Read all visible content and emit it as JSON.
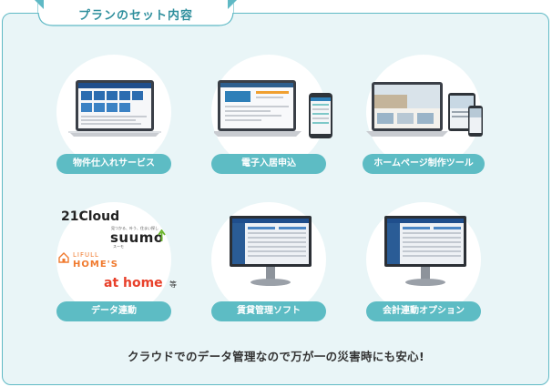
{
  "section": {
    "tab_label": "プランのセット内容",
    "footer_text": "クラウドでのデータ管理なので万が一の災害時にも安心!"
  },
  "items": [
    {
      "label": "物件仕入れサービス",
      "icon": "laptop-dashboard-icon"
    },
    {
      "label": "電子入居申込",
      "icon": "laptop-phone-form-icon"
    },
    {
      "label": "ホームページ制作ツール",
      "icon": "laptop-tablet-phone-website-icon"
    },
    {
      "label": "データ連動",
      "icon": "portal-logos"
    },
    {
      "label": "賃貸管理ソフト",
      "icon": "desktop-monitor-icon"
    },
    {
      "label": "会計連動オプション",
      "icon": "desktop-monitor-icon"
    }
  ],
  "logos": {
    "cloud21": "21Cloud",
    "suumo_tagline": "見つかる、叶う、住まい探し",
    "suumo": "suumo",
    "suumo_sub": "スーモ",
    "lifull": "LIFULL",
    "homes": "HOME'S",
    "athome": "at home",
    "etc": "等"
  },
  "colors": {
    "accent": "#5dbcc4",
    "panel_bg": "#e9f5f7",
    "border": "#5fb9c5",
    "suumo_green": "#6bb52e",
    "homes_orange": "#f07a2e",
    "athome_red": "#e8402a"
  }
}
